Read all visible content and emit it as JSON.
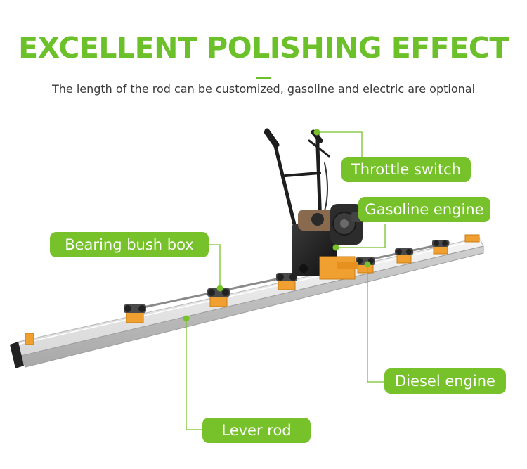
{
  "header": {
    "title": "EXCELLENT POLISHING EFFECT",
    "subtitle": "The length of the rod can be customized, gasoline and electric are optional"
  },
  "callouts": {
    "throttle_switch": "Throttle switch",
    "gasoline_engine": "Gasoline engine",
    "bearing_bush_box": "Bearing bush box",
    "diesel_engine": "Diesel engine",
    "lever_rod": "Lever rod"
  },
  "colors": {
    "accent": "#77c22a",
    "title": "#6cc12b",
    "text": "#3a3a3a"
  }
}
